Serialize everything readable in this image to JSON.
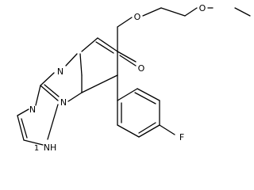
{
  "atoms": {
    "o_ester": "O",
    "o_ether": "O",
    "o_carbonyl": "O",
    "n_ring": "N",
    "n_bridge": "N",
    "n_triazole": "N",
    "nh": "NH",
    "nh_h_count": "1",
    "f": "F"
  }
}
